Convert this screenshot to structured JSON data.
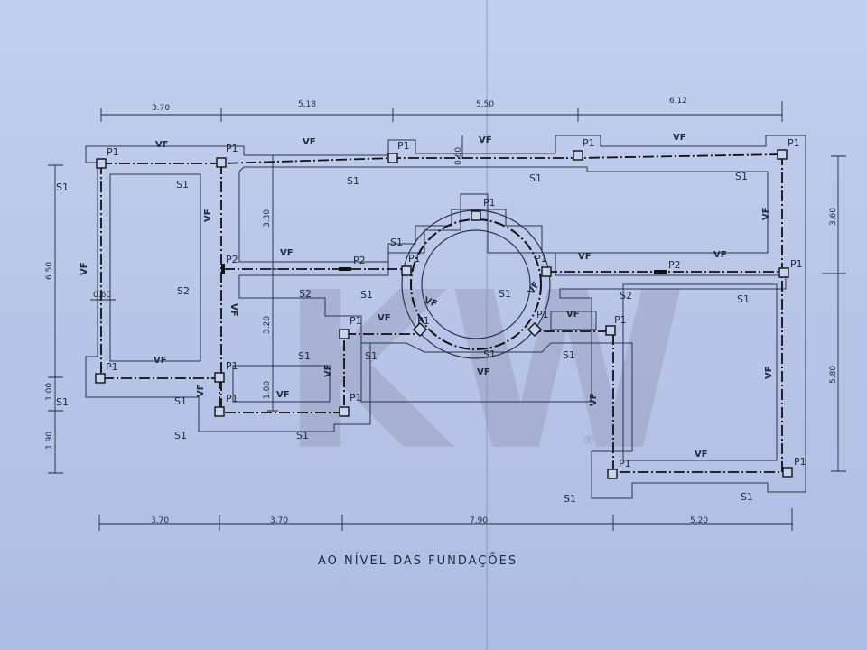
{
  "title": "AO NÍVEL DAS FUNDAÇÕES",
  "watermark": "KW",
  "registered_mark": "®",
  "dimensions": {
    "top": [
      "3.70",
      "5.18",
      "5.50",
      "6.12"
    ],
    "bottom": [
      "3.70",
      "3.70",
      "7.90",
      "5.20"
    ],
    "left": [
      "6.50",
      "1.00",
      "1.90"
    ],
    "right": [
      "3.60",
      "5.80"
    ],
    "inner": [
      "3.30",
      "3.20",
      "1.00",
      "0.60",
      "0.60"
    ]
  },
  "labels": {
    "p1": "P1",
    "p2": "P2",
    "s1": "S1",
    "s2": "S2",
    "vf": "VF"
  },
  "colors": {
    "paper": "#b9c6e8",
    "ink": "#1f2a3c",
    "watermark": "#8d8fb0"
  }
}
